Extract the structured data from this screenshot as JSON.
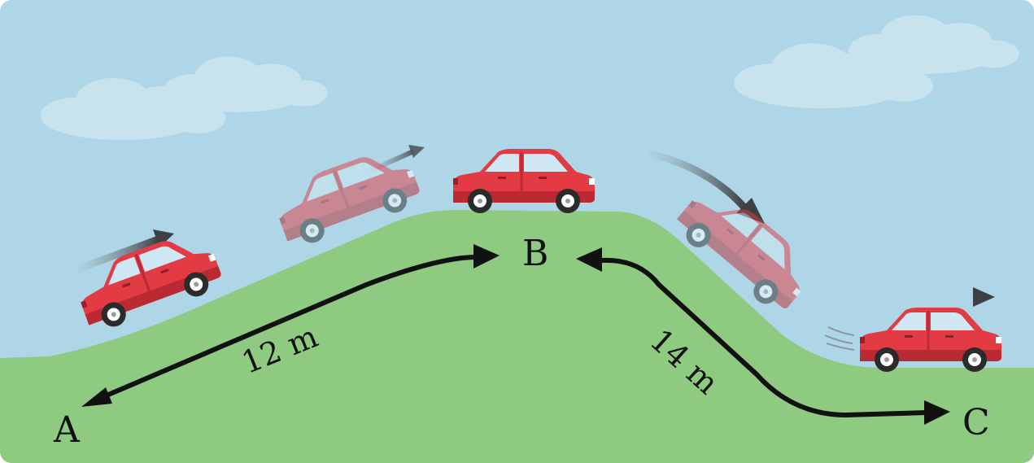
{
  "points": {
    "a": "A",
    "b": "B",
    "c": "C"
  },
  "distances": {
    "ab": "12 m",
    "bc": "14 m"
  },
  "colors": {
    "sky": "#aed6e6",
    "hill": "#8ecb80",
    "car_body": "#e23b43",
    "car_shadow": "#b92a33",
    "window": "#cfe8f3",
    "arrow": "#1a1a1a"
  },
  "icons": [
    "cloud-icon",
    "car-icon",
    "motion-arrow-icon",
    "speed-lines-icon"
  ]
}
